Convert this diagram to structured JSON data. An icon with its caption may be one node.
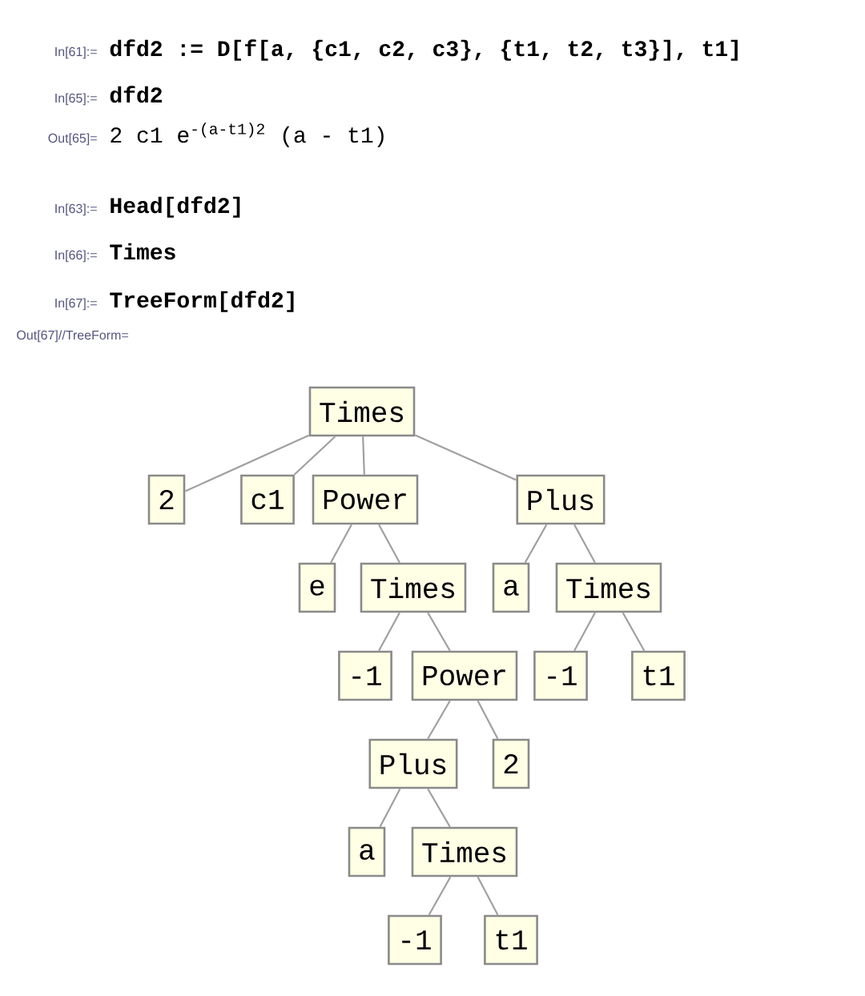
{
  "diagram": {
    "nodes": [
      {
        "text": [
          "Times"
        ]
      },
      {
        "text": [
          "2"
        ]
      },
      {
        "text": [
          "c1"
        ]
      },
      {
        "text": [
          "Power"
        ]
      },
      {
        "text": [
          "Plus"
        ]
      },
      {
        "text": [
          "e"
        ]
      },
      {
        "text": [
          "Times"
        ]
      },
      {
        "text": [
          "a"
        ]
      },
      {
        "text": [
          "Times"
        ]
      },
      {
        "text": [
          "-1"
        ]
      },
      {
        "text": [
          "Power"
        ]
      },
      {
        "text": [
          "-1"
        ]
      },
      {
        "text": [
          "t1"
        ]
      },
      {
        "text": [
          "Plus"
        ]
      },
      {
        "text": [
          "2"
        ]
      },
      {
        "text": [
          "a"
        ]
      },
      {
        "text": [
          "Times"
        ]
      },
      {
        "text": [
          "-1"
        ]
      },
      {
        "text": [
          "t1"
        ]
      }
    ],
    "edges": [
      {
        "from": 0,
        "to": 1,
        "arrow": "none"
      },
      {
        "from": 0,
        "to": 2,
        "arrow": "none"
      },
      {
        "from": 0,
        "to": 3,
        "arrow": "none"
      },
      {
        "from": 0,
        "to": 4,
        "arrow": "none"
      },
      {
        "from": 3,
        "to": 5,
        "arrow": "none"
      },
      {
        "from": 3,
        "to": 6,
        "arrow": "none"
      },
      {
        "from": 4,
        "to": 7,
        "arrow": "none"
      },
      {
        "from": 4,
        "to": 8,
        "arrow": "none"
      },
      {
        "from": 6,
        "to": 9,
        "arrow": "none"
      },
      {
        "from": 6,
        "to": 10,
        "arrow": "none"
      },
      {
        "from": 8,
        "to": 11,
        "arrow": "none"
      },
      {
        "from": 8,
        "to": 12,
        "arrow": "none"
      },
      {
        "from": 10,
        "to": 13,
        "arrow": "none"
      },
      {
        "from": 10,
        "to": 14,
        "arrow": "none"
      },
      {
        "from": 13,
        "to": 15,
        "arrow": "none"
      },
      {
        "from": 13,
        "to": 16,
        "arrow": "none"
      },
      {
        "from": 16,
        "to": 17,
        "arrow": "none"
      },
      {
        "from": 16,
        "to": 18,
        "arrow": "none"
      }
    ],
    "labels": [
      "In[61]:=",
      "dfd2 := D[f[a, {c1, c2, c3}, {t1, t2, t3}], t1]",
      "In[65]:=",
      "dfd2",
      "Out[65]=",
      "2 c1 e$^{-(a-t1)2}$ (a - t1)",
      "In[63]:=",
      "Head[dfd2]",
      "In[66]:=",
      "Times",
      "In[67]:=",
      "TreeForm[dfd2]",
      "Out[67]//TreeForm="
    ]
  }
}
